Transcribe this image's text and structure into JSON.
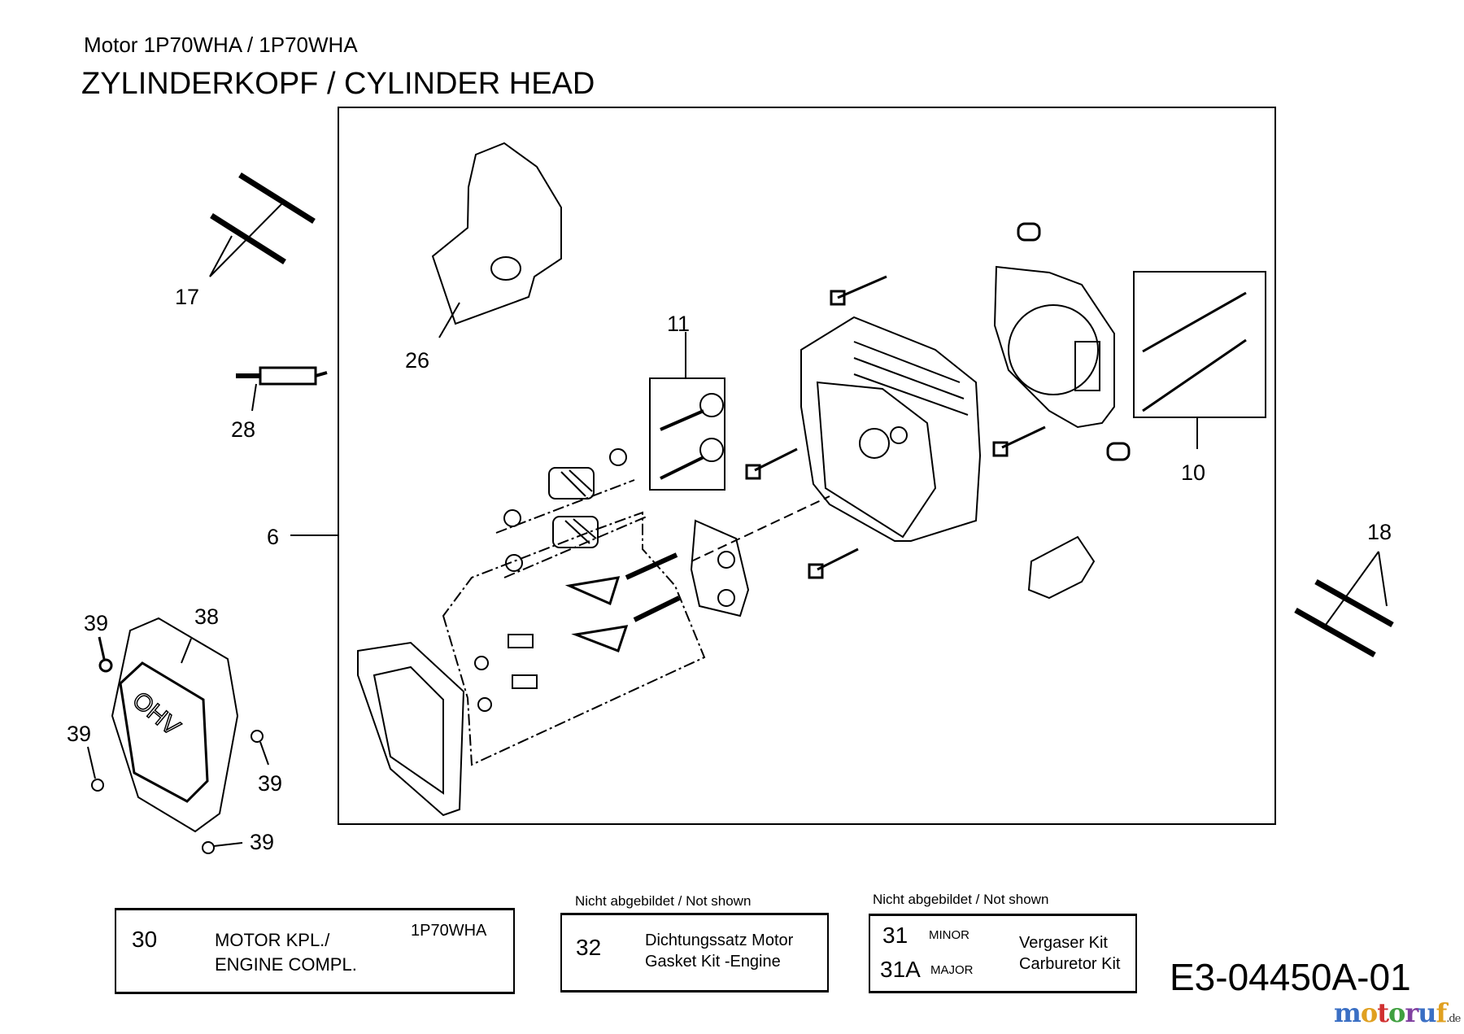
{
  "header": {
    "subtitle": "Motor 1P70WHA / 1P70WHA",
    "title": "ZYLINDERKOPF / CYLINDER HEAD"
  },
  "callouts": {
    "c17": "17",
    "c26": "26",
    "c28": "28",
    "c11": "11",
    "c10": "10",
    "c6": "6",
    "c18": "18",
    "c38": "38",
    "c39a": "39",
    "c39b": "39",
    "c39c": "39",
    "c39d": "39"
  },
  "valve_cover_text": "OHV",
  "parts_boxes": {
    "engine": {
      "number": "30",
      "line1": "MOTOR KPL./",
      "line2": "ENGINE COMPL.",
      "model": "1P70WHA"
    },
    "gasket": {
      "note": "Nicht abgebildet / Not shown",
      "number": "32",
      "line1": "Dichtungssatz Motor",
      "line2": "Gasket Kit -Engine"
    },
    "carb": {
      "note": "Nicht abgebildet / Not shown",
      "number_minor": "31",
      "label_minor": "MINOR",
      "number_major": "31A",
      "label_major": "MAJOR",
      "line1": "Vergaser Kit",
      "line2": "Carburetor Kit"
    }
  },
  "diagram_code": "E3-04450A-01",
  "watermark": {
    "text": "motoruf",
    "suffix": ".de",
    "colors": [
      "#3a6fc4",
      "#e0a020",
      "#d03030",
      "#40a040",
      "#8040a0"
    ]
  }
}
